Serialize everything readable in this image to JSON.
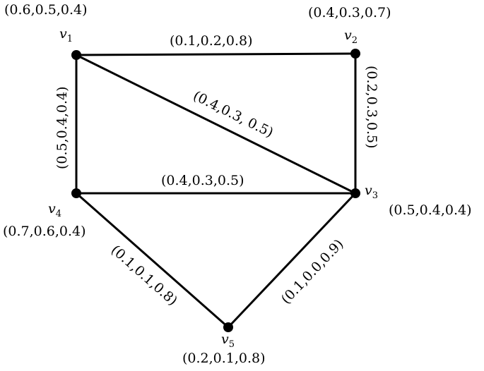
{
  "graph": {
    "vertices": [
      {
        "id": "v1",
        "name": "v",
        "sub": "1",
        "value": "(0.6,0.5,0.4)"
      },
      {
        "id": "v2",
        "name": "v",
        "sub": "2",
        "value": "(0.4,0.3,0.7)"
      },
      {
        "id": "v3",
        "name": "v",
        "sub": "3",
        "value": "(0.5,0.4,0.4)"
      },
      {
        "id": "v4",
        "name": "v",
        "sub": "4",
        "value": "(0.7,0.6,0.4)"
      },
      {
        "id": "v5",
        "name": "v",
        "sub": "5",
        "value": "(0.2,0.1,0.8)"
      }
    ],
    "edges": [
      {
        "from": "v1",
        "to": "v2",
        "value": "(0.1,0.2,0.8)"
      },
      {
        "from": "v2",
        "to": "v3",
        "value": "(0.2,0.3,0.5)"
      },
      {
        "from": "v1",
        "to": "v3",
        "value": "(0.4,0.3, 0.5)"
      },
      {
        "from": "v1",
        "to": "v4",
        "value": "(0.5,0.4,0.4)"
      },
      {
        "from": "v4",
        "to": "v3",
        "value": "(0.4,0.3,0.5)"
      },
      {
        "from": "v4",
        "to": "v5",
        "value": "(0.1,0.1,0.8)"
      },
      {
        "from": "v5",
        "to": "v3",
        "value": "(0.1,0.0,0.9)"
      }
    ]
  }
}
